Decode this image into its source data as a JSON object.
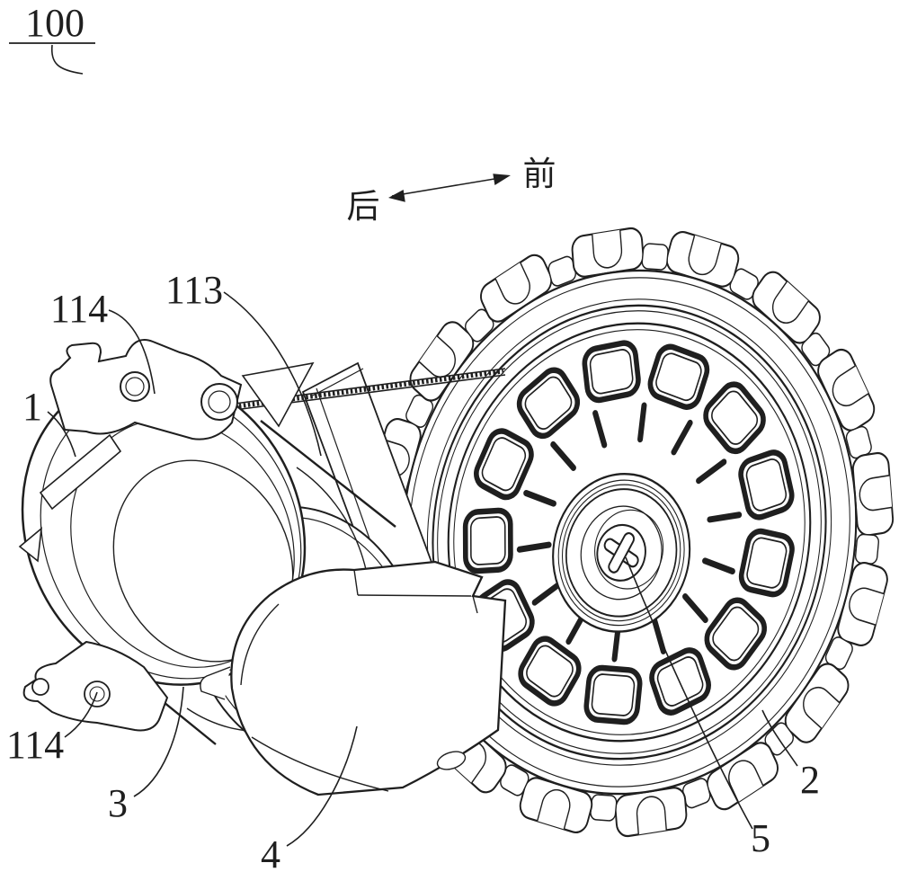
{
  "figure": {
    "background": "#ffffff",
    "line_color": "#1f1f1f",
    "assembly_label": "100",
    "direction": {
      "front_label": "前",
      "rear_label": "后"
    },
    "labels": {
      "l114_upper": "114",
      "l113": "113",
      "l1": "1",
      "l114_lower": "114",
      "l3": "3",
      "l4": "4",
      "l2": "2",
      "l5": "5"
    }
  }
}
